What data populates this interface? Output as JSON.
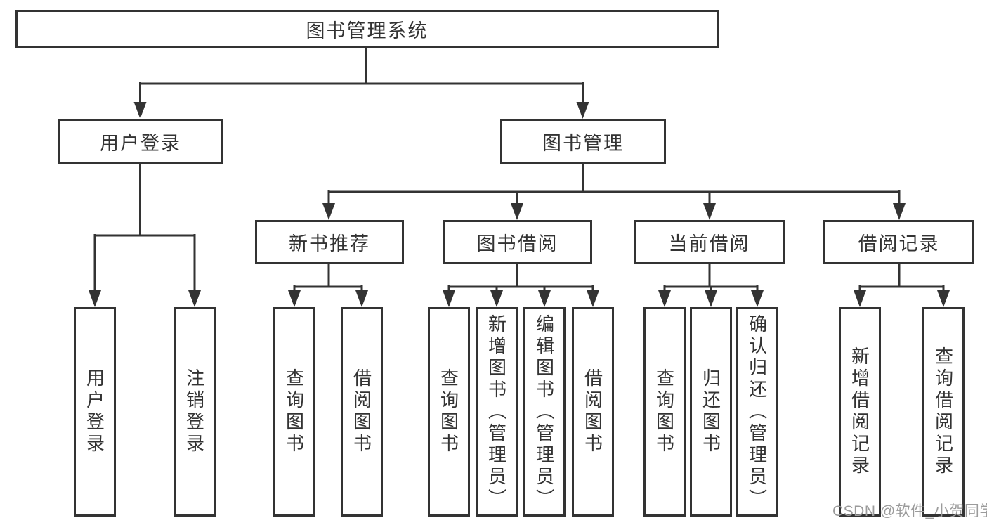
{
  "tree": {
    "label": "图书管理系统",
    "children": [
      {
        "label": "用户登录",
        "children": [
          {
            "label": "用户登录"
          },
          {
            "label": "注销登录"
          }
        ]
      },
      {
        "label": "图书管理",
        "children": [
          {
            "label": "新书推荐",
            "children": [
              {
                "label": "查询图书"
              },
              {
                "label": "借阅图书"
              }
            ]
          },
          {
            "label": "图书借阅",
            "children": [
              {
                "label": "查询图书"
              },
              {
                "label": "新增图书（管理员）"
              },
              {
                "label": "编辑图书（管理员）"
              },
              {
                "label": "借阅图书"
              }
            ]
          },
          {
            "label": "当前借阅",
            "children": [
              {
                "label": "查询图书"
              },
              {
                "label": "归还图书"
              },
              {
                "label": "确认归还（管理员）"
              }
            ]
          },
          {
            "label": "借阅记录",
            "children": [
              {
                "label": "新增借阅记录"
              },
              {
                "label": "查询借阅记录"
              }
            ]
          }
        ]
      }
    ]
  },
  "watermark": {
    "text": "CSDN @软件_小贺同学",
    "color": "#9b9b9b"
  },
  "colors": {
    "line": "#333333",
    "box_border": "#333333",
    "box_fill": "#ffffff",
    "text": "#333333",
    "background": "#ffffff"
  }
}
